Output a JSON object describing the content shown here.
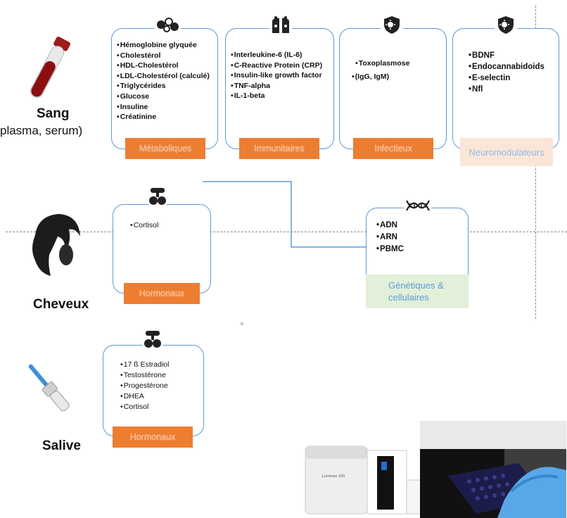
{
  "samples": {
    "sang": {
      "label": "Sang",
      "sub": "plasma, serum)"
    },
    "cheveux": {
      "label": "Cheveux"
    },
    "salive": {
      "label": "Salive"
    }
  },
  "cards": {
    "metaboliques": {
      "items": [
        "Hémoglobine glyquée",
        "Cholestérol",
        "HDL-Cholestérol",
        "LDL-Cholestérol (calculé)",
        "Triglycérides",
        "Glucose",
        "Insuline",
        "Créatinine"
      ],
      "tag": "Métaboliques"
    },
    "immunitaires": {
      "items": [
        "Interleukine-6 (IL-6)",
        "C-Reactive Protein (CRP)",
        "Insulin-like growth factor",
        "TNF-alpha",
        "IL-1-beta"
      ],
      "tag": "Immunitaires"
    },
    "infectieux": {
      "items": [
        "Toxoplasmose",
        "(IgG, IgM)"
      ],
      "tag": "Infectieux"
    },
    "neuromodulateurs": {
      "items": [
        "BDNF",
        "Endocannabidoids",
        "E-selectin",
        "Nfl"
      ],
      "tag": "Neuromodulateurs"
    },
    "hormonaux_cheveux": {
      "items": [
        "Cortisol"
      ],
      "tag": "Hormonaux"
    },
    "genetiques": {
      "items": [
        "ADN",
        "ARN",
        "PBMC"
      ],
      "tag": "Génétiques & cellulaires"
    },
    "hormonaux_salive": {
      "items": [
        "17 ß Estradiol",
        "Testostérone",
        "Progestérone",
        "DHEA",
        "Cortisol"
      ],
      "tag": "Hormonaux"
    }
  },
  "machine": {
    "brand": "Luminex 200"
  },
  "colors": {
    "border": "#5b9bd5",
    "tag": "#ed7d31",
    "tag_text": "#f4b183",
    "neuro_tag": "#fbe5d6",
    "genetic_tag": "#e2f0d9"
  }
}
